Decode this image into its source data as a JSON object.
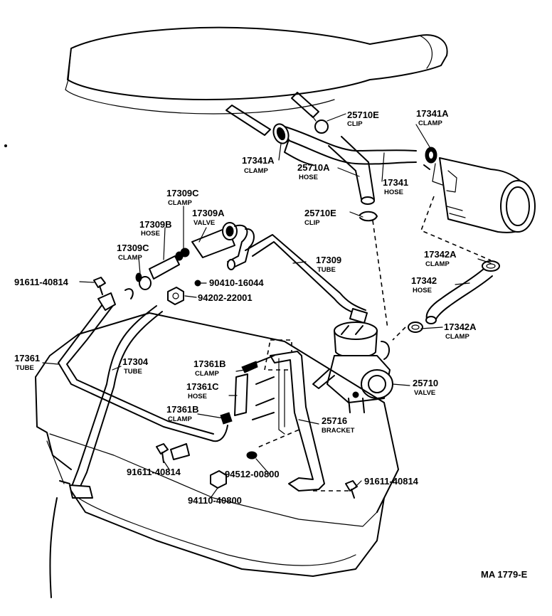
{
  "reference_code": "MA 1779-E",
  "callouts": {
    "c25710E_top": {
      "number": "25710E",
      "name": "CLIP"
    },
    "c17341A_right": {
      "number": "17341A",
      "name": "CLAMP"
    },
    "c17341A_left": {
      "number": "17341A",
      "name": "CLAMP"
    },
    "c25710A": {
      "number": "25710A",
      "name": "HOSE"
    },
    "c17341": {
      "number": "17341",
      "name": "HOSE"
    },
    "c25710E_mid": {
      "number": "25710E",
      "name": "CLIP"
    },
    "c17309C_top": {
      "number": "17309C",
      "name": "CLAMP"
    },
    "c17309A": {
      "number": "17309A",
      "name": "VALVE"
    },
    "c17309B": {
      "number": "17309B",
      "name": "HOSE"
    },
    "c17309C_left": {
      "number": "17309C",
      "name": "CLAMP"
    },
    "c17309": {
      "number": "17309",
      "name": "TUBE"
    },
    "c17342A_top": {
      "number": "17342A",
      "name": "CLAMP"
    },
    "c17342": {
      "number": "17342",
      "name": "HOSE"
    },
    "c17342A_bottom": {
      "number": "17342A",
      "name": "CLAMP"
    },
    "c91611_40814_top": {
      "number": "91611-40814"
    },
    "c90410_16044": {
      "number": "90410-16044"
    },
    "c94202_22001": {
      "number": "94202-22001"
    },
    "c17361": {
      "number": "17361",
      "name": "TUBE"
    },
    "c17304": {
      "number": "17304",
      "name": "TUBE"
    },
    "c17361B_top": {
      "number": "17361B",
      "name": "CLAMP"
    },
    "c17361C": {
      "number": "17361C",
      "name": "HOSE"
    },
    "c17361B_bottom": {
      "number": "17361B",
      "name": "CLAMP"
    },
    "c25710": {
      "number": "25710",
      "name": "VALVE"
    },
    "c25716": {
      "number": "25716",
      "name": "BRACKET"
    },
    "c91611_40814_left": {
      "number": "91611-40814"
    },
    "c94512_00800": {
      "number": "94512-00800"
    },
    "c91611_40814_right": {
      "number": "91611-40814"
    },
    "c94110_40800": {
      "number": "94110-40800"
    }
  }
}
